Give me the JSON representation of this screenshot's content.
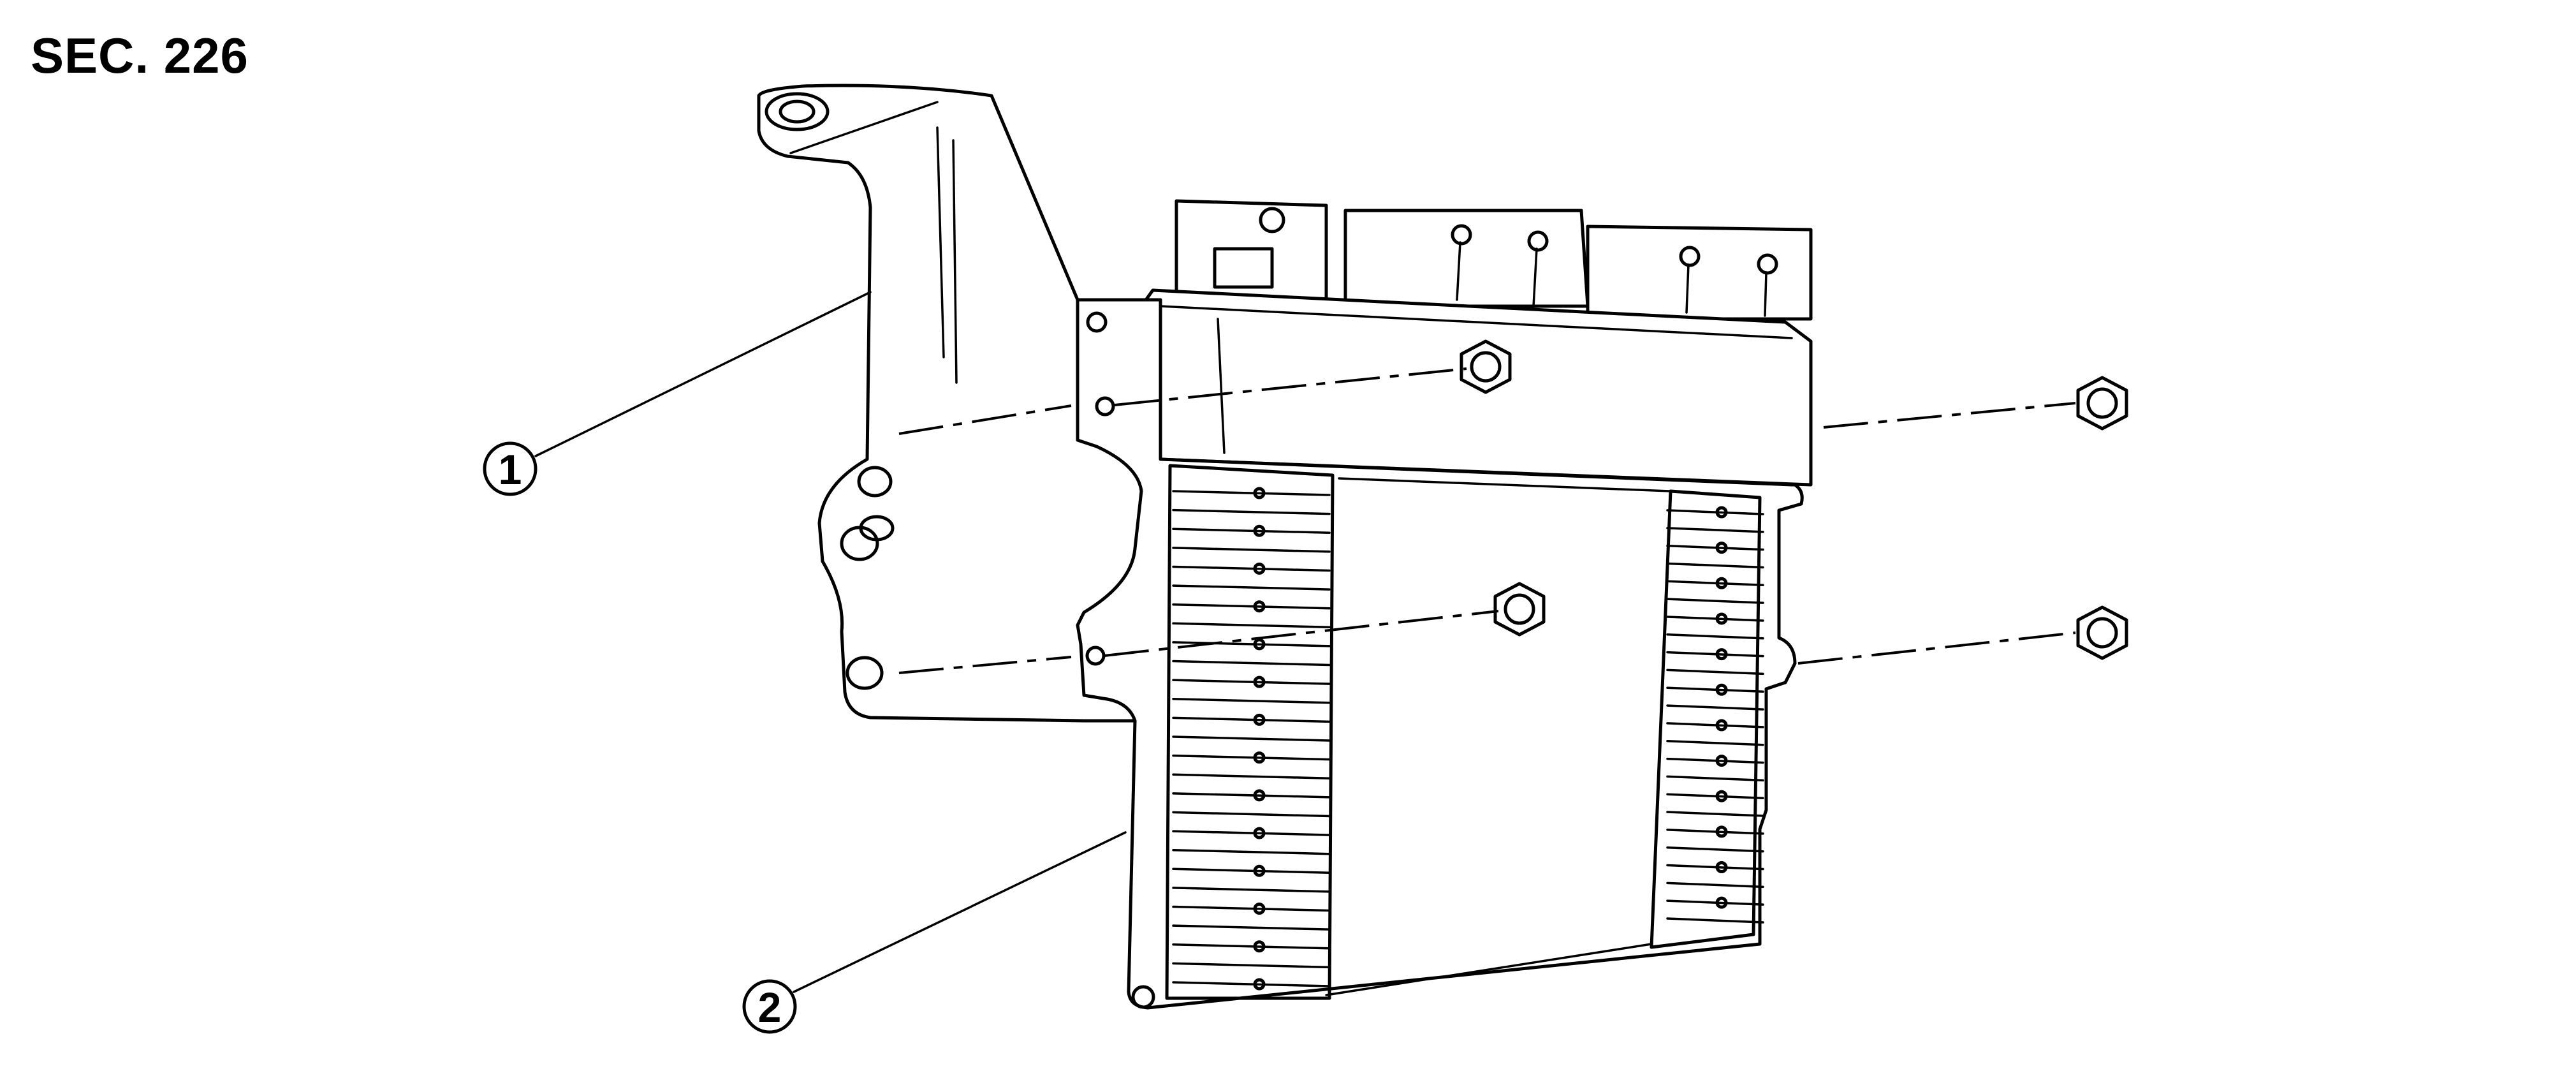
{
  "section_label": "SEC. 226",
  "callouts": [
    {
      "number": "1",
      "part": "bracket"
    },
    {
      "number": "2",
      "part": "ecm"
    }
  ],
  "parts": {
    "bracket": {
      "icon": "bracket-icon",
      "studs": 3
    },
    "ecm": {
      "icon": "control-module-icon",
      "mounting_points": 4
    },
    "nuts": {
      "icon": "nut-icon",
      "count": 4
    }
  },
  "line_color": "#000000",
  "background": "#ffffff"
}
